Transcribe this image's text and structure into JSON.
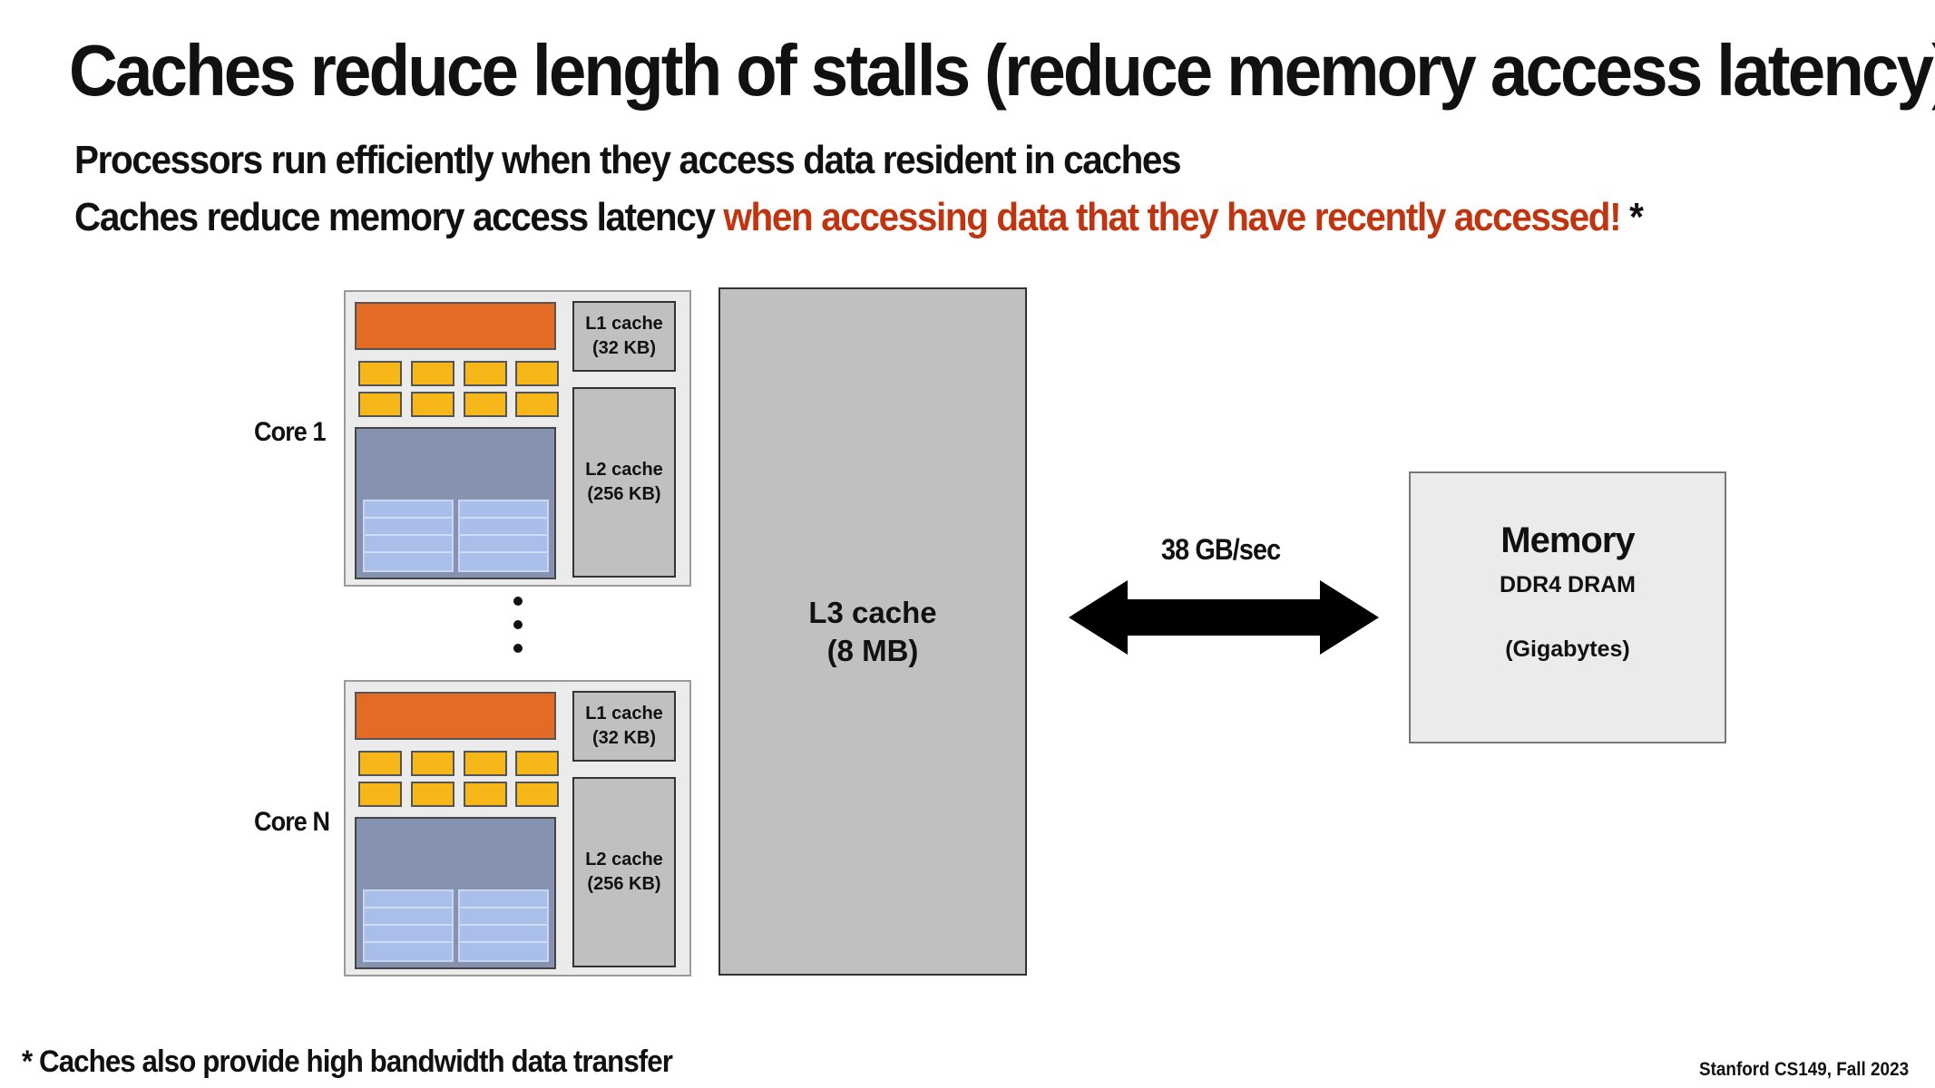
{
  "title": "Caches reduce length of stalls (reduce memory access latency)",
  "subtitle1": "Processors run efficiently when they access data resident in caches",
  "subtitle2": {
    "plain": "Caches reduce memory access latency ",
    "emphasis": "when accessing data that they have recently accessed!",
    "marker": " *",
    "emphasis_color": "#c0340f"
  },
  "core1": {
    "label": "Core 1",
    "l1": {
      "line1": "L1 cache",
      "line2": "(32 KB)"
    },
    "l2": {
      "line1": "L2 cache",
      "line2": "(256 KB)"
    }
  },
  "coreN": {
    "label": "Core N",
    "l1": {
      "line1": "L1 cache",
      "line2": "(32 KB)"
    },
    "l2": {
      "line1": "L2 cache",
      "line2": "(256 KB)"
    }
  },
  "l3": {
    "line1": "L3 cache",
    "line2": "(8 MB)"
  },
  "link": {
    "bandwidth": "38 GB/sec",
    "icon": "double-arrow-icon"
  },
  "memory": {
    "title": "Memory",
    "type": "DDR4 DRAM",
    "size": "(Gigabytes)"
  },
  "footnote": "* Caches also provide high bandwidth data transfer",
  "credit": "Stanford CS149, Fall 2023",
  "colors": {
    "fetch": "#e46b25",
    "alu": "#f7b719",
    "context": "#8692b0",
    "registers": "#a9bfe9",
    "cache": "#c0c0c0",
    "core_bg": "#ebebeb"
  }
}
